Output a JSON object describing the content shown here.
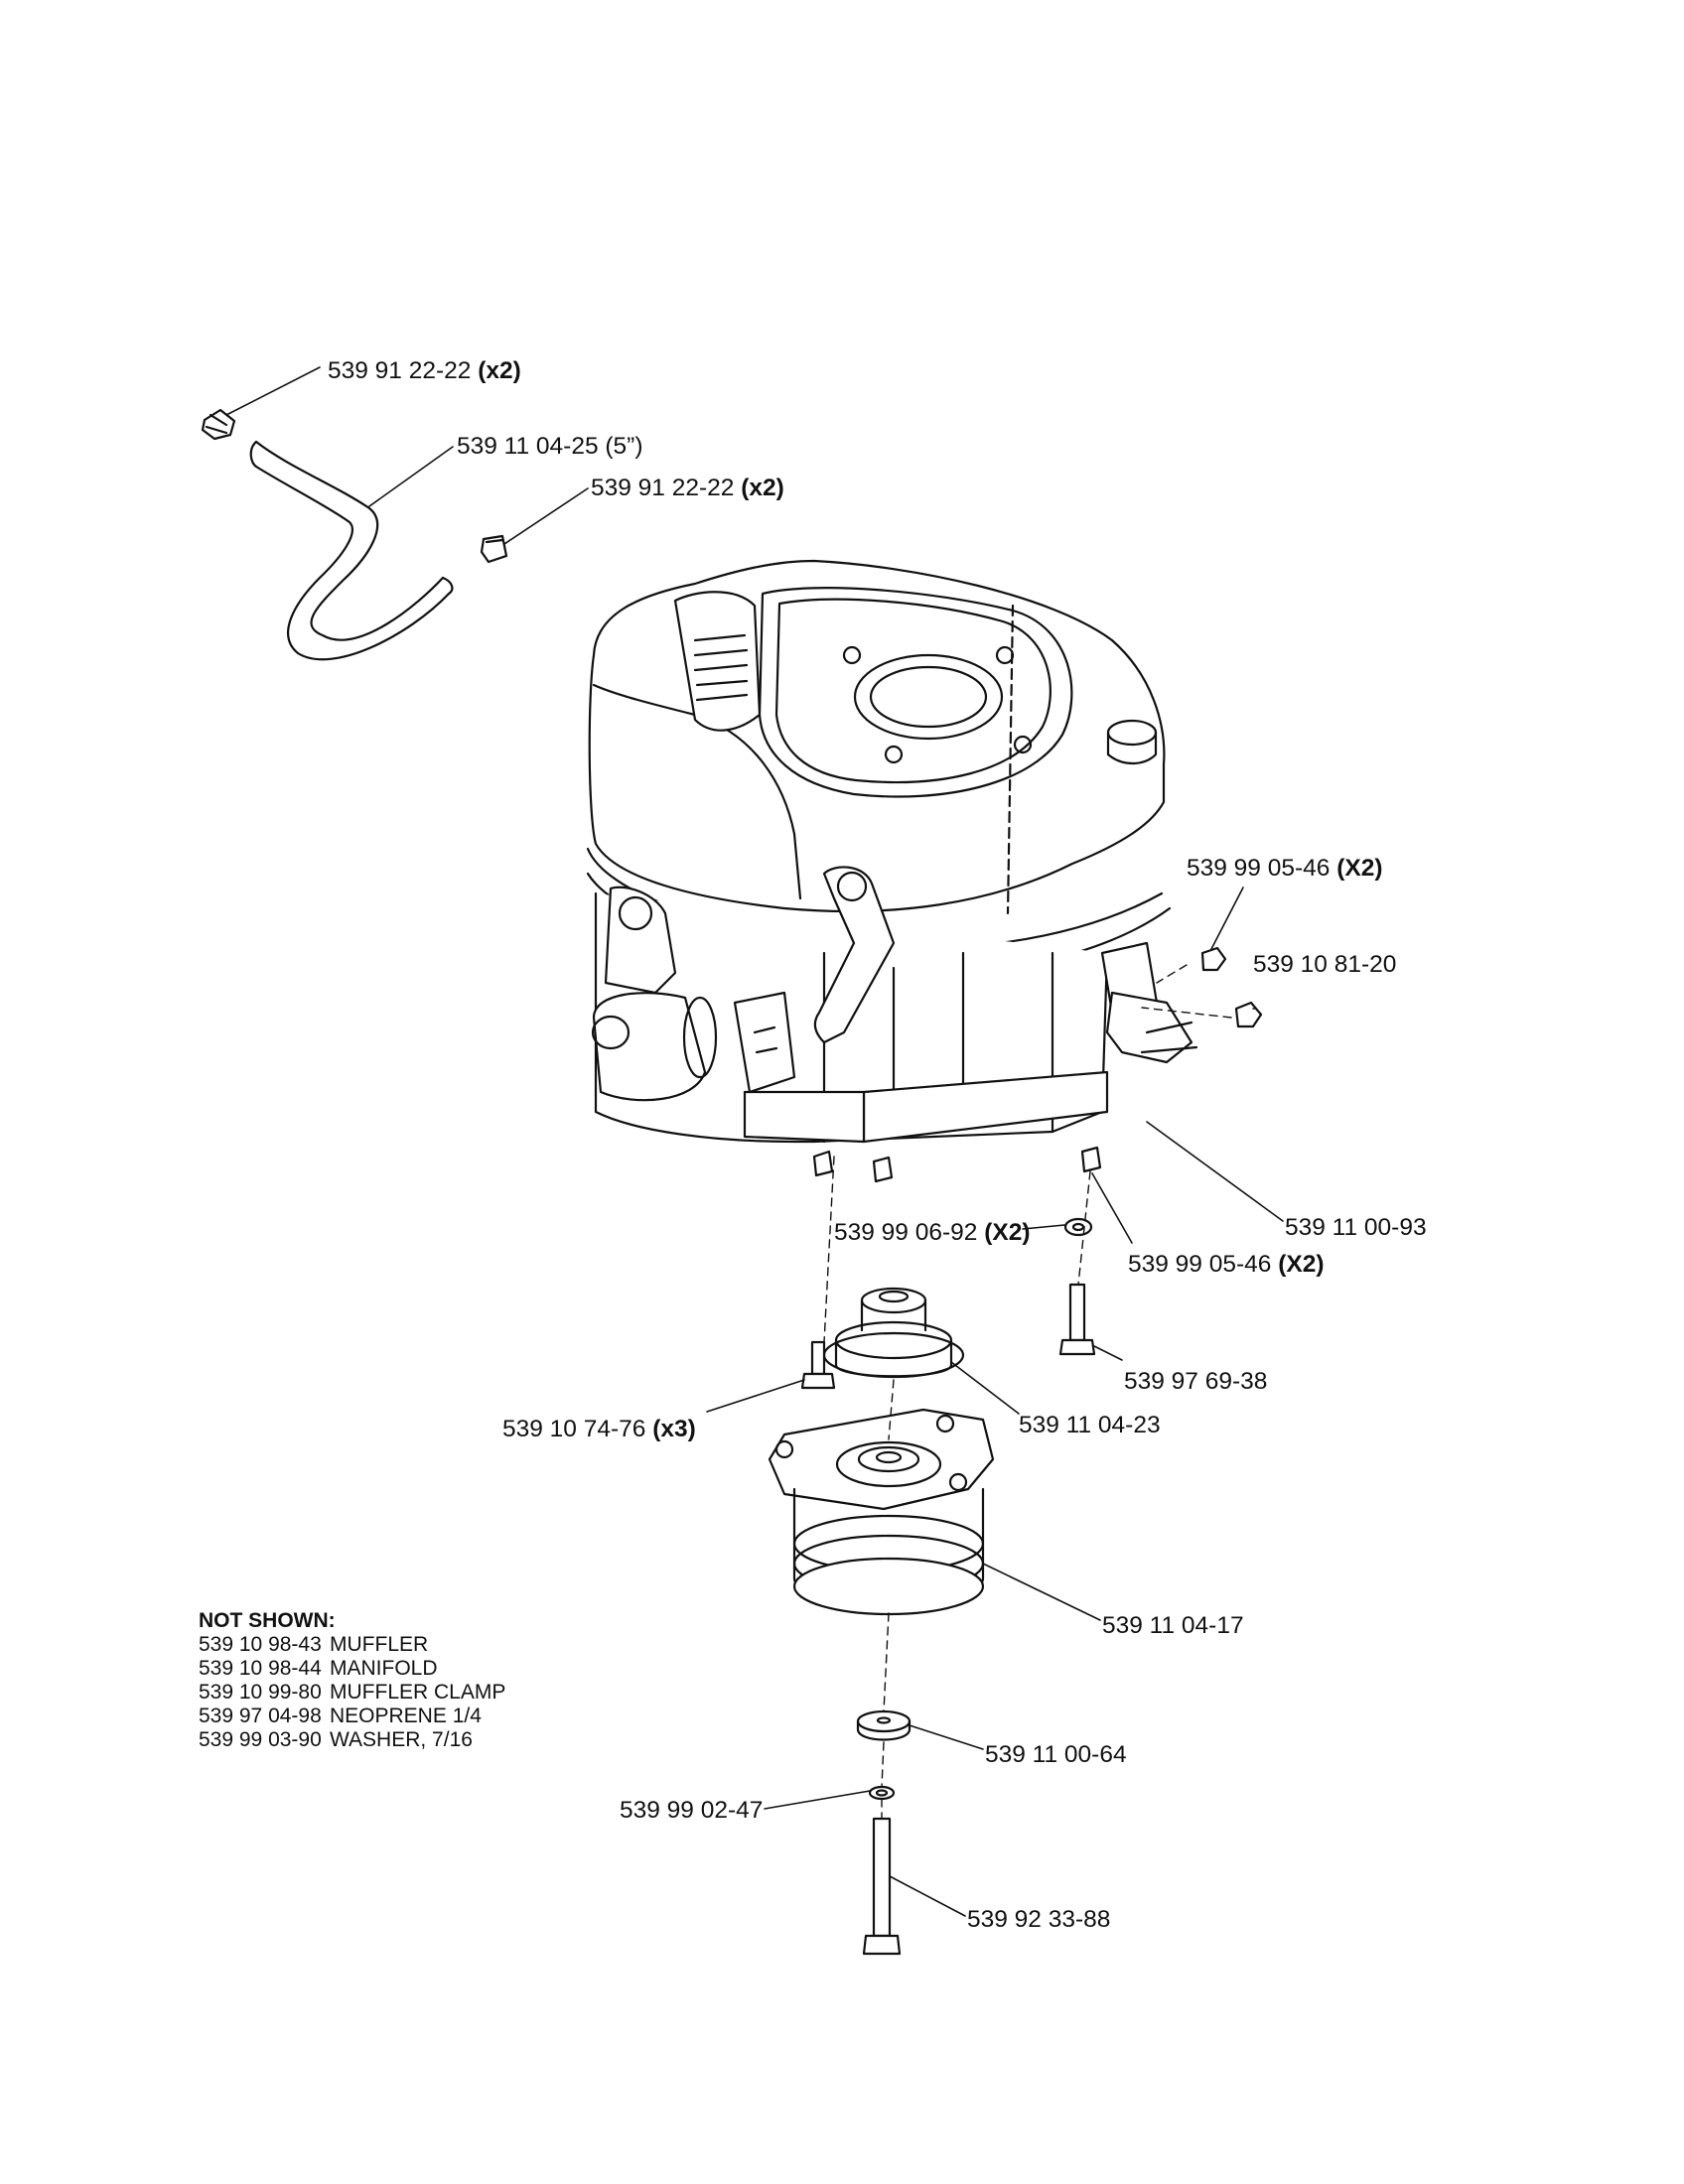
{
  "callouts": [
    {
      "id": "c1",
      "part": "539 91 22-22",
      "qty": "(x2)"
    },
    {
      "id": "c2",
      "part": "539 11 04-25 (5”)",
      "qty": ""
    },
    {
      "id": "c3",
      "part": "539 91 22-22",
      "qty": "(x2)"
    },
    {
      "id": "c4",
      "part": "539 99 05-46",
      "qty": "(X2)"
    },
    {
      "id": "c5",
      "part": "539 10 81-20",
      "qty": ""
    },
    {
      "id": "c6",
      "part": "539 11 00-93",
      "qty": ""
    },
    {
      "id": "c7",
      "part": "539 99 06-92",
      "qty": "(X2)"
    },
    {
      "id": "c8",
      "part": "539 99 05-46",
      "qty": "(X2)"
    },
    {
      "id": "c9",
      "part": "539 97 69-38",
      "qty": ""
    },
    {
      "id": "c10",
      "part": "539 10 74-76",
      "qty": "(x3)"
    },
    {
      "id": "c11",
      "part": "539 11 04-23",
      "qty": ""
    },
    {
      "id": "c12",
      "part": "539 11 04-17",
      "qty": ""
    },
    {
      "id": "c13",
      "part": "539 11 00-64",
      "qty": ""
    },
    {
      "id": "c14",
      "part": "539 99 02-47",
      "qty": ""
    },
    {
      "id": "c15",
      "part": "539 92 33-88",
      "qty": ""
    }
  ],
  "not_shown": {
    "title": "NOT SHOWN:",
    "items": [
      {
        "part": "539 10 98-43",
        "desc": "MUFFLER"
      },
      {
        "part": "539 10 98-44",
        "desc": "MANIFOLD"
      },
      {
        "part": "539 10 99-80",
        "desc": "MUFFLER CLAMP"
      },
      {
        "part": "539 97 04-98",
        "desc": "NEOPRENE 1/4"
      },
      {
        "part": "539 99 03-90",
        "desc": "WASHER, 7/16"
      }
    ]
  }
}
